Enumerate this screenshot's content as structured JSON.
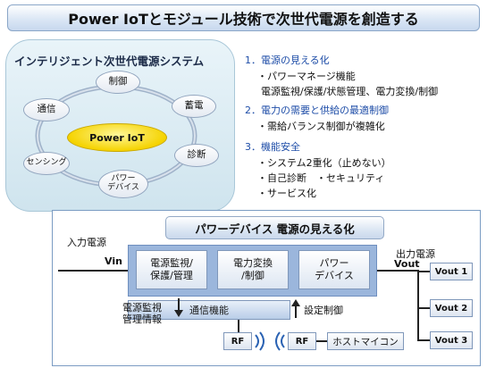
{
  "title": "Power IoTとモジュール技術で次世代電源を創造する",
  "system": {
    "title": "インテリジェント次世代電源システム",
    "center": "Power IoT",
    "nodes": {
      "control": "制御",
      "storage": "蓄電",
      "diagnosis": "診断",
      "power_device": "パワー\nデバイス",
      "sensing": "センシング",
      "communication": "通信"
    }
  },
  "features": {
    "items": [
      {
        "heading": "1．電源の見える化",
        "lines": [
          "・パワーマネージ機能",
          "電源監視/保護/状態管理、電力変換/制御"
        ]
      },
      {
        "heading": "2．電力の需要と供給の最適制御",
        "lines": [
          "・需給バランス制御が複雑化"
        ]
      },
      {
        "heading": "3．機能安全",
        "lines": [
          "・システム2重化（止めない）",
          "・自己診断　・セキュリティ",
          "・サービス化"
        ]
      }
    ]
  },
  "power_device": {
    "title": "パワーデバイス  電源の見える化",
    "input_label": "入力電源",
    "vin": "Vin",
    "output_label": "出力電源",
    "vout": "Vout",
    "blocks": {
      "monitor": "電源監視/\n保護/管理",
      "convert": "電力変換\n/制御",
      "device": "パワー\nデバイス"
    },
    "comm": "通信機能",
    "monitor_info": "電源監視\n管理情報",
    "setting": "設定制御",
    "rf1": "RF",
    "rf2": "RF",
    "host": "ホストマイコン",
    "outputs": [
      "Vout 1",
      "Vout 2",
      "Vout 3"
    ]
  }
}
